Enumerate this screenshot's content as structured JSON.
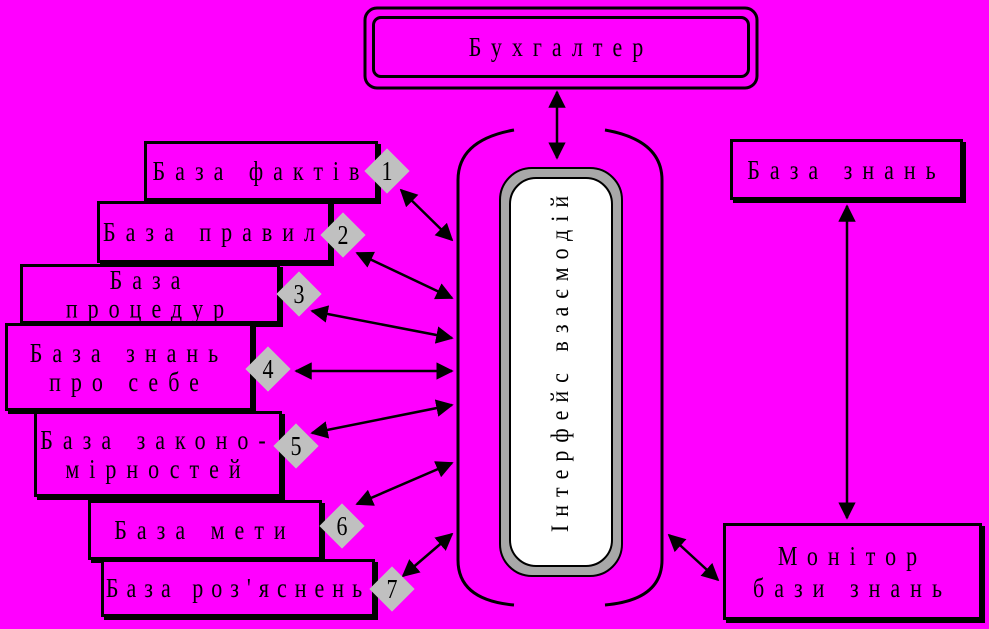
{
  "top_box": "Бухгалтер",
  "interface_label": "Інтерфейс взаємодій",
  "knowledge_base": "База знань",
  "monitor": {
    "line1": "Монітор",
    "line2": "бази знань"
  },
  "bases": [
    {
      "num": "1",
      "line1": "База фактів",
      "line2": ""
    },
    {
      "num": "2",
      "line1": "База правил",
      "line2": ""
    },
    {
      "num": "3",
      "line1": "База процедур",
      "line2": ""
    },
    {
      "num": "4",
      "line1": "База знань",
      "line2": "про себе"
    },
    {
      "num": "5",
      "line1": "База законо-",
      "line2": "мірностей"
    },
    {
      "num": "6",
      "line1": "База мети",
      "line2": ""
    },
    {
      "num": "7",
      "line1": "База роз'яснень",
      "line2": ""
    }
  ]
}
